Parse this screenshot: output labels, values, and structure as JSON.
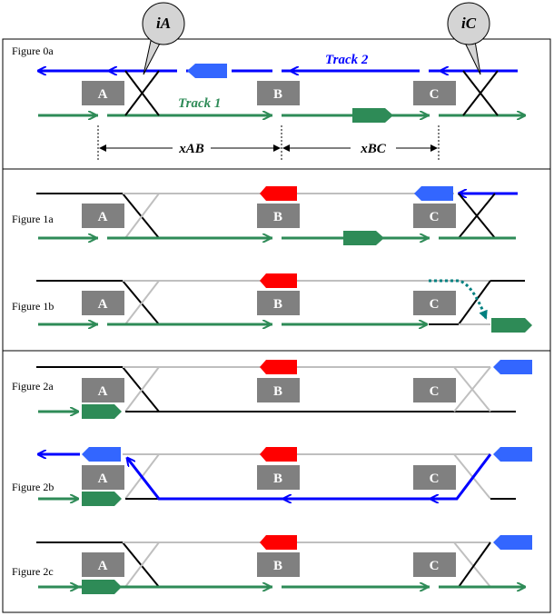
{
  "colors": {
    "green": "#2e8b57",
    "blue": "#0000ff",
    "blue_train": "#3366ff",
    "red": "#ff0000",
    "gray_box": "#808080",
    "black": "#000000",
    "light_gray": "#bfbfbf",
    "teal_path": "#008080"
  },
  "bubbles": {
    "iA": "iA",
    "iC": "iC"
  },
  "tracks": {
    "track1": "Track 1",
    "track2": "Track 2"
  },
  "distances": {
    "xAB": "xAB",
    "xBC": "xBC"
  },
  "signals": {
    "A": "A",
    "B": "B",
    "C": "C"
  },
  "panels": {
    "fig0a": "Figure 0a",
    "fig1a": "Figure 1a",
    "fig1b": "Figure 1b",
    "fig2a": "Figure 2a",
    "fig2b": "Figure 2b",
    "fig2c": "Figure 2c"
  }
}
